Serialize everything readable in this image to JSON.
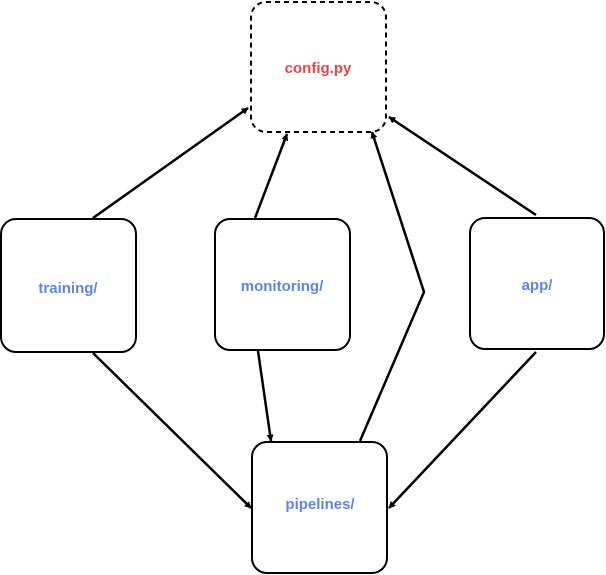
{
  "nodes": {
    "config": {
      "label": "config.py",
      "style": "dashed",
      "label_color": "#e8454a"
    },
    "training": {
      "label": "training/",
      "style": "solid",
      "label_color": "#5b86e5"
    },
    "monitoring": {
      "label": "monitoring/",
      "style": "solid",
      "label_color": "#5b86e5"
    },
    "app": {
      "label": "app/",
      "style": "solid",
      "label_color": "#5b86e5"
    },
    "pipelines": {
      "label": "pipelines/",
      "style": "solid",
      "label_color": "#5b86e5"
    }
  },
  "edges": [
    {
      "from": "training",
      "to": "config"
    },
    {
      "from": "monitoring",
      "to": "config"
    },
    {
      "from": "pipelines",
      "to": "config"
    },
    {
      "from": "app",
      "to": "config"
    },
    {
      "from": "training",
      "to": "pipelines"
    },
    {
      "from": "monitoring",
      "to": "pipelines"
    },
    {
      "from": "app",
      "to": "pipelines"
    }
  ],
  "colors": {
    "stroke": "#000000",
    "background": "#ffffff"
  }
}
